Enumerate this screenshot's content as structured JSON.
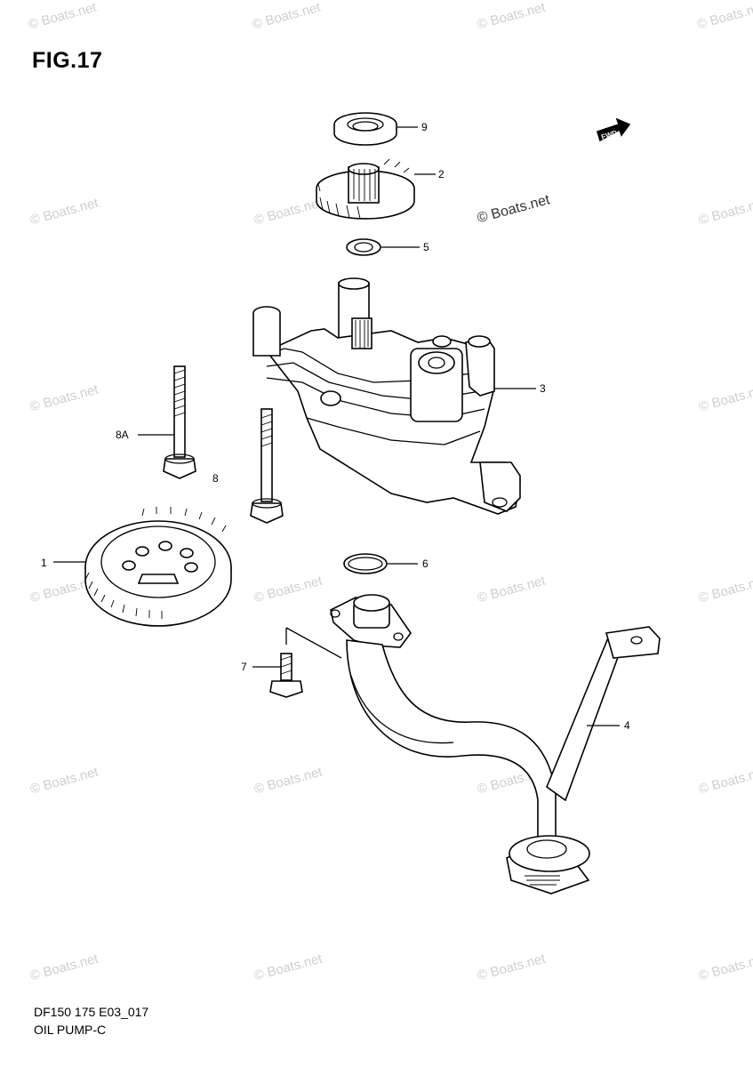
{
  "figure": {
    "title": "FIG.17",
    "code": "DF150 175 E03_017",
    "name": "OIL PUMP-C"
  },
  "direction_marker": "FWD",
  "watermark": "© Boats.net",
  "callouts": {
    "c9": "9",
    "c2": "2",
    "c5": "5",
    "c3": "3",
    "c8a": "8A",
    "c8": "8",
    "c1": "1",
    "c6": "6",
    "c7": "7",
    "c4": "4"
  }
}
